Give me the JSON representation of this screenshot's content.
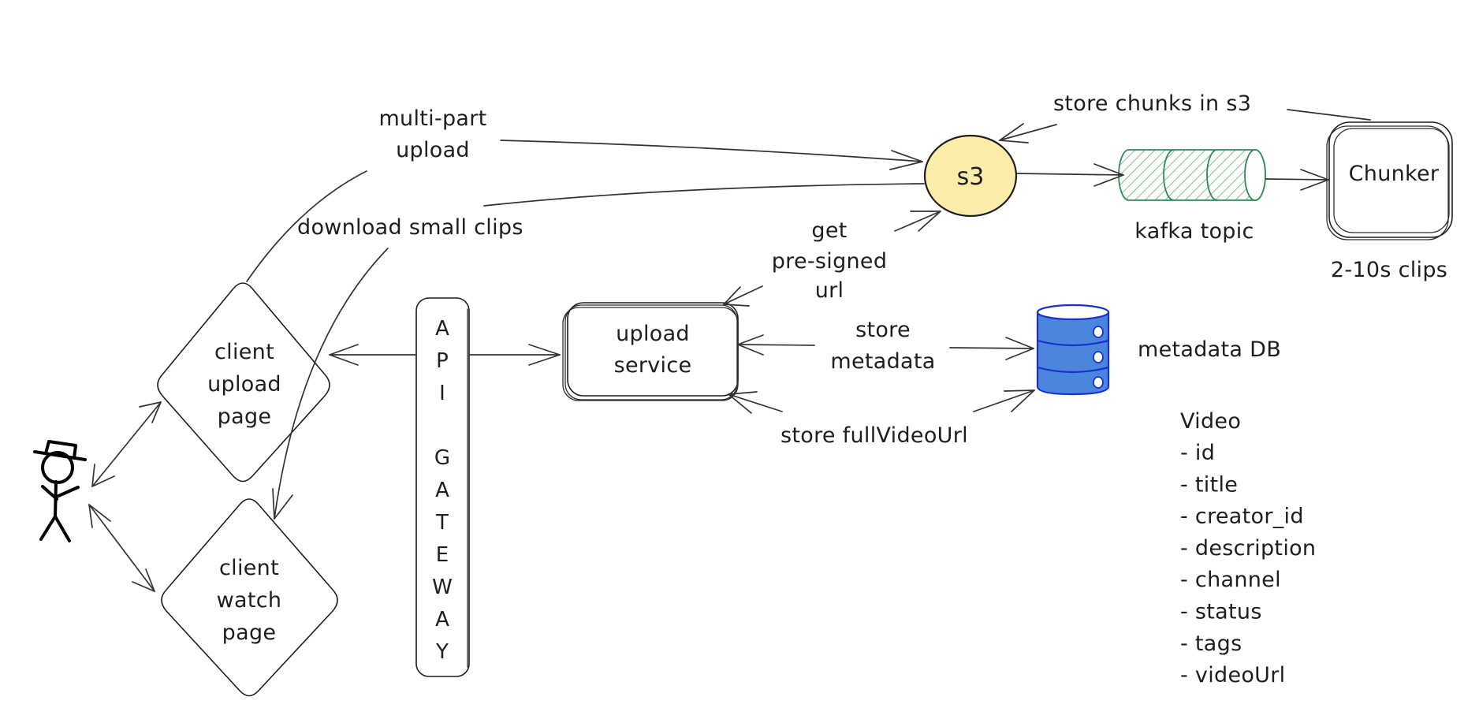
{
  "diagram": {
    "type": "system-architecture-sketch",
    "colors": {
      "ink": "#1e1e1e",
      "s3_fill": "#fceeaa",
      "kafka_stroke": "#2f8a58",
      "kafka_hatch": "#7cc584",
      "db_fill": "#4a86dd",
      "db_stroke": "#1b2fd0"
    },
    "actors": {
      "user": {
        "icon": "stick-figure-with-hat-icon"
      }
    },
    "nodes": {
      "client_upload": {
        "lines": [
          "client",
          "upload",
          "page"
        ],
        "shape": "diamond"
      },
      "client_watch": {
        "lines": [
          "client",
          "watch",
          "page"
        ],
        "shape": "diamond"
      },
      "api_gateway": {
        "letters": [
          "A",
          "P",
          "I",
          "",
          "G",
          "A",
          "T",
          "E",
          "W",
          "A",
          "Y"
        ],
        "shape": "rounded-rectangle"
      },
      "upload_service": {
        "lines": [
          "upload",
          "service"
        ],
        "shape": "stacked-rounded-rectangle"
      },
      "s3": {
        "label": "s3",
        "shape": "ellipse"
      },
      "kafka": {
        "label": "kafka topic",
        "shape": "queue-cylinder",
        "icon": "kafka-queue-icon"
      },
      "chunker": {
        "label": "Chunker",
        "caption": "2-10s clips",
        "shape": "stacked-rounded-rectangle"
      },
      "metadata_db": {
        "label": "metadata DB",
        "icon": "database-icon"
      }
    },
    "edge_labels": {
      "multipart": [
        "multi-part",
        "upload"
      ],
      "download": "download small clips",
      "presigned": [
        "get",
        "pre-signed",
        "url"
      ],
      "store_metadata": [
        "store",
        "metadata"
      ],
      "store_full_url": "store fullVideoUrl",
      "store_chunks": "store chunks in s3"
    },
    "schema": {
      "title": "Video",
      "fields": [
        "- id",
        "- title",
        "- creator_id",
        "- description",
        "- channel",
        "- status",
        "- tags",
        "- videoUrl"
      ]
    }
  }
}
